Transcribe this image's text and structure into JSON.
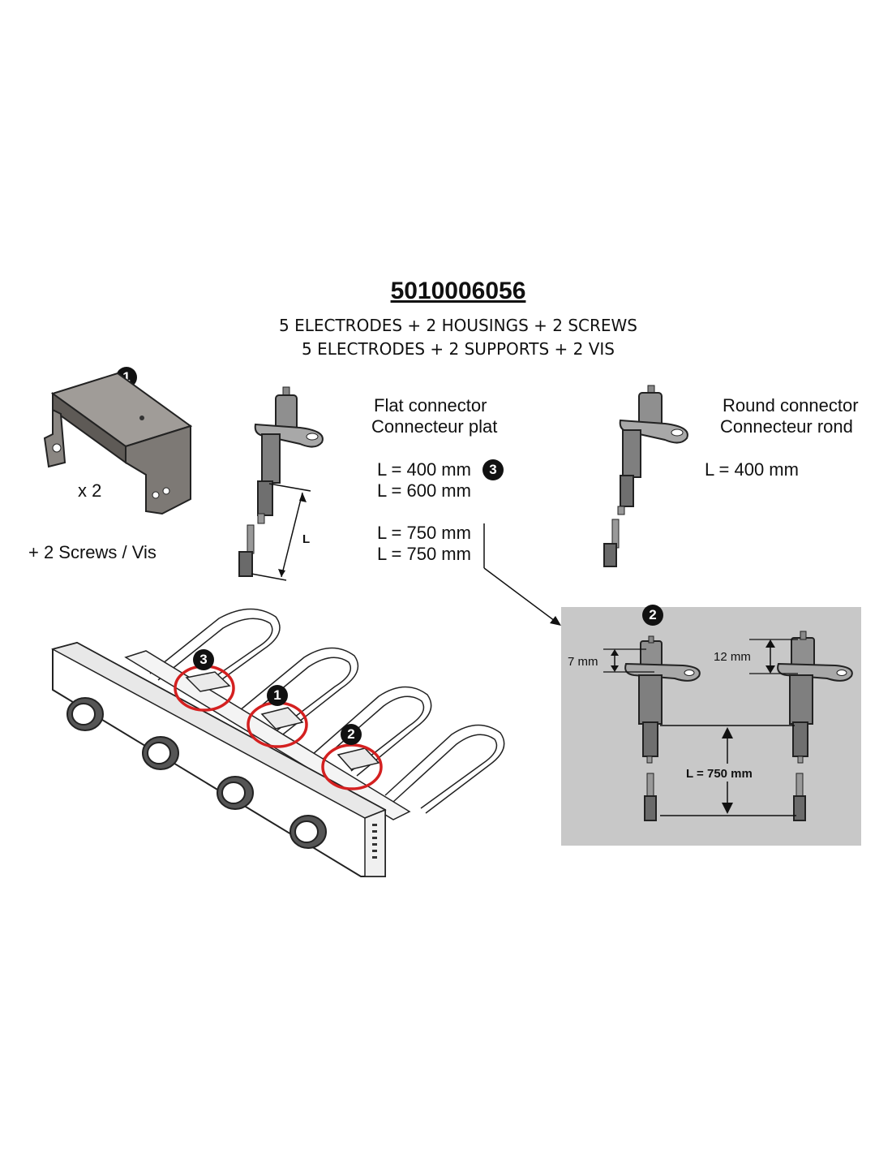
{
  "header": {
    "part_number": "5010006056",
    "line_en": "5 ELECTRODES + 2 HOUSINGS + 2 SCREWS",
    "line_fr": "5 ELECTRODES + 2 SUPPORTS + 2 VIS"
  },
  "housing": {
    "badge": "1",
    "quantity": "x 2",
    "screws": "+ 2 Screws / Vis"
  },
  "flat": {
    "title_en": "Flat connector",
    "title_fr": "Connecteur plat",
    "length_symbol": "L",
    "len_400": "L = 400 mm",
    "len_400_badge": "3",
    "len_600": "L = 600 mm",
    "len_750_a": "L = 750 mm",
    "len_750_b": "L = 750 mm"
  },
  "round": {
    "title_en": "Round connector",
    "title_fr": "Connecteur rond",
    "len_400": "L = 400 mm"
  },
  "detail": {
    "badge": "2",
    "dim_7": "7 mm",
    "dim_12": "12 mm",
    "length": "L = 750 mm"
  },
  "assembly": {
    "callout_3": "3",
    "callout_1": "1",
    "callout_2": "2",
    "callout_color": "#d42020"
  }
}
